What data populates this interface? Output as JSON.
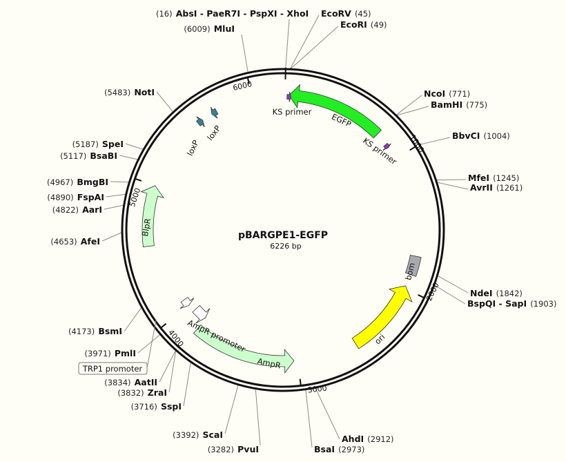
{
  "plasmid": {
    "name": "pBARGPE1-EGFP",
    "length_label": "6226 bp",
    "length": 6226
  },
  "colors": {
    "EGFP": "#22ee22",
    "BlpR": "#ccffcc",
    "AmpR": "#ccffcc",
    "ori": "#ffff00",
    "bom": "#a8aab0",
    "loxP": "#3a7f99",
    "primer": "#9933cc",
    "promoter": "#ffffff",
    "background": "#fffef6"
  },
  "ticks": [
    {
      "label": "1000",
      "pos": 1000
    },
    {
      "label": "2000",
      "pos": 2000
    },
    {
      "label": "3000",
      "pos": 3000
    },
    {
      "label": "4000",
      "pos": 4000
    },
    {
      "label": "5000",
      "pos": 5000
    },
    {
      "label": "6000",
      "pos": 6000
    }
  ],
  "features": [
    {
      "id": "egfp",
      "label": "EGFP",
      "type": "cds",
      "from": 771,
      "to": 45,
      "color": "#22ee22"
    },
    {
      "id": "blpr",
      "label": "BlpR",
      "type": "cds",
      "from": 4550,
      "to": 5000,
      "color": "#ccffcc"
    },
    {
      "id": "ampr",
      "label": "AmpR",
      "type": "cds",
      "from": 3820,
      "to": 3030,
      "color": "#ccffcc"
    },
    {
      "id": "ori",
      "label": "ori",
      "type": "rep",
      "from": 2550,
      "to": 1980,
      "color": "#ffff00"
    },
    {
      "id": "bom",
      "label": "bom",
      "type": "box",
      "from": 1890,
      "to": 1750,
      "color": "#a8aab0"
    },
    {
      "id": "loxp1",
      "label": "loxP",
      "type": "small",
      "from": 5720,
      "to": 5680,
      "color": "#3a7f99"
    },
    {
      "id": "loxp2",
      "label": "loxP",
      "type": "small",
      "from": 5560,
      "to": 5600,
      "color": "#3a7f99"
    },
    {
      "id": "ks1",
      "label": "KS primer",
      "type": "primer",
      "from": 30,
      "to": 60,
      "color": "#9933cc"
    },
    {
      "id": "ks2",
      "label": "KS primer",
      "type": "primer",
      "from": 870,
      "to": 900,
      "color": "#9933cc"
    },
    {
      "id": "amppro",
      "label": "AmpR promoter",
      "type": "promoter",
      "from": 3940,
      "to": 3830,
      "color": "#ffffff"
    },
    {
      "id": "trp1",
      "label": "TRP1 promoter",
      "type": "promoter",
      "from": 4060,
      "to": 4000,
      "color": "#ffffff"
    }
  ],
  "sites": [
    {
      "id": "absi",
      "pos": 16,
      "pos_label": "(16)",
      "name": "AbsI - PaeR7I - PspXI - XhoI"
    },
    {
      "id": "mlui",
      "pos": 6009,
      "pos_label": "(6009)",
      "name": "MluI"
    },
    {
      "id": "ecorv",
      "pos": 45,
      "pos_label": "(45)",
      "name": "EcoRV"
    },
    {
      "id": "ecori",
      "pos": 49,
      "pos_label": "(49)",
      "name": "EcoRI"
    },
    {
      "id": "ncoi",
      "pos": 771,
      "pos_label": "(771)",
      "name": "NcoI"
    },
    {
      "id": "bamhi",
      "pos": 775,
      "pos_label": "(775)",
      "name": "BamHI"
    },
    {
      "id": "bbvci",
      "pos": 1004,
      "pos_label": "(1004)",
      "name": "BbvCI"
    },
    {
      "id": "mfei",
      "pos": 1245,
      "pos_label": "(1245)",
      "name": "MfeI"
    },
    {
      "id": "avrii",
      "pos": 1261,
      "pos_label": "(1261)",
      "name": "AvrII"
    },
    {
      "id": "ndei",
      "pos": 1842,
      "pos_label": "(1842)",
      "name": "NdeI"
    },
    {
      "id": "bspqi",
      "pos": 1903,
      "pos_label": "(1903)",
      "name": "BspQI - SapI"
    },
    {
      "id": "ahdi",
      "pos": 2912,
      "pos_label": "(2912)",
      "name": "AhdI"
    },
    {
      "id": "bsai",
      "pos": 2973,
      "pos_label": "(2973)",
      "name": "BsaI"
    },
    {
      "id": "pvui",
      "pos": 3282,
      "pos_label": "(3282)",
      "name": "PvuI"
    },
    {
      "id": "scai",
      "pos": 3392,
      "pos_label": "(3392)",
      "name": "ScaI"
    },
    {
      "id": "sspi",
      "pos": 3716,
      "pos_label": "(3716)",
      "name": "SspI"
    },
    {
      "id": "zrai",
      "pos": 3832,
      "pos_label": "(3832)",
      "name": "ZraI"
    },
    {
      "id": "aatii",
      "pos": 3834,
      "pos_label": "(3834)",
      "name": "AatII"
    },
    {
      "id": "pmli",
      "pos": 3971,
      "pos_label": "(3971)",
      "name": "PmlI"
    },
    {
      "id": "bsmi",
      "pos": 4173,
      "pos_label": "(4173)",
      "name": "BsmI"
    },
    {
      "id": "afei",
      "pos": 4653,
      "pos_label": "(4653)",
      "name": "AfeI"
    },
    {
      "id": "aari",
      "pos": 4822,
      "pos_label": "(4822)",
      "name": "AarI"
    },
    {
      "id": "fspai",
      "pos": 4890,
      "pos_label": "(4890)",
      "name": "FspAI"
    },
    {
      "id": "bmgbi",
      "pos": 4967,
      "pos_label": "(4967)",
      "name": "BmgBI"
    },
    {
      "id": "bsabi",
      "pos": 5117,
      "pos_label": "(5117)",
      "name": "BsaBI"
    },
    {
      "id": "spei",
      "pos": 5187,
      "pos_label": "(5187)",
      "name": "SpeI"
    },
    {
      "id": "noti",
      "pos": 5483,
      "pos_label": "(5483)",
      "name": "NotI"
    }
  ]
}
